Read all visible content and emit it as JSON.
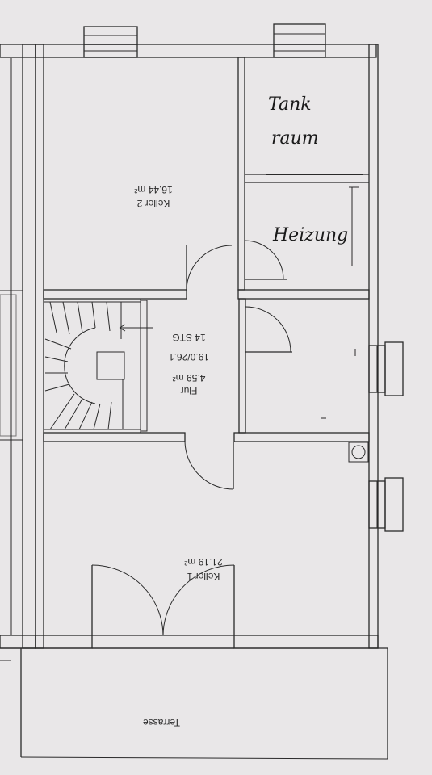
{
  "rooms": {
    "keller2": {
      "name": "Keller 2",
      "area": "16.44 m²"
    },
    "flur": {
      "name": "Flur",
      "area": "4.59 m²",
      "stair_spec": "19.0/26.1",
      "stair_count": "14 STG"
    },
    "keller1": {
      "name": "Keller 1",
      "area": "21.19 m²"
    },
    "terrasse": {
      "name": "Terrasse"
    },
    "tankraum": {
      "line1": "Tank",
      "line2": "raum"
    },
    "heizung": {
      "name": "Heizung"
    }
  },
  "colors": {
    "paper": "#e9e7e8",
    "ink": "#2a2a2a"
  }
}
